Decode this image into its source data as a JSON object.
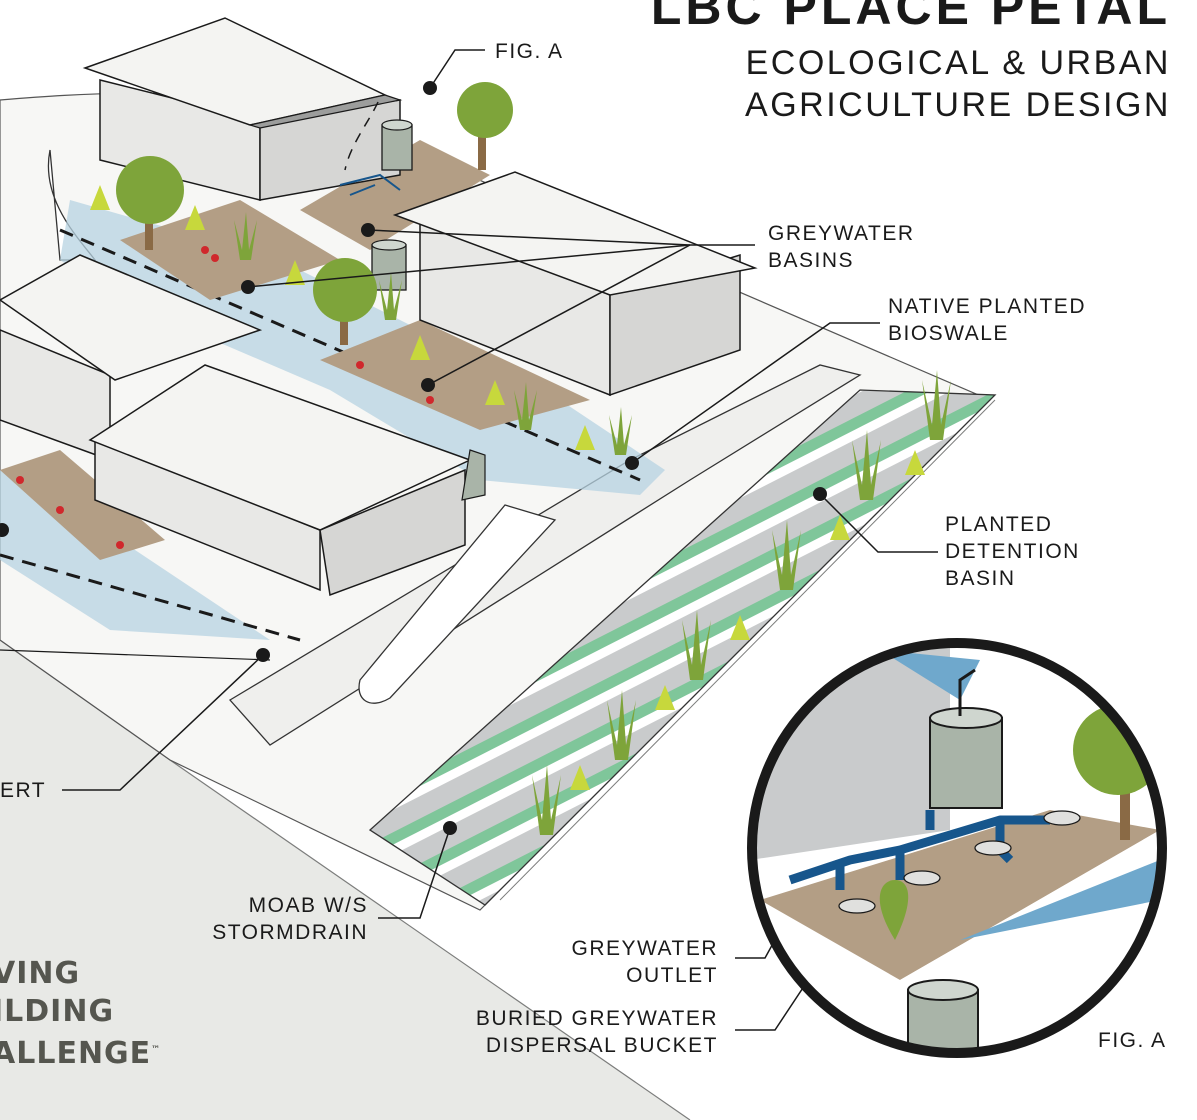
{
  "title": {
    "line1": "LBC PLACE PETAL",
    "line2": "ECOLOGICAL & URBAN",
    "line3": "AGRICULTURE DESIGN"
  },
  "callouts": {
    "fig_a_top": "FIG. A",
    "greywater_basins": [
      "GREYWATER",
      "BASINS"
    ],
    "native_planted_bioswale": [
      "NATIVE PLANTED",
      "BIOSWALE"
    ],
    "planted_detention_basin": [
      "PLANTED",
      "DETENTION",
      "BASIN"
    ],
    "curb_cut": "ERT",
    "moab_stormdrain": [
      "MOAB W/S",
      "STORMDRAIN"
    ],
    "greywater_outlet": [
      "GREYWATER",
      "OUTLET"
    ],
    "buried_bucket": [
      "BURIED GREYWATER",
      "DISPERSAL BUCKET"
    ],
    "fig_a_inset": "FIG. A"
  },
  "logo": {
    "line1": "VING",
    "line2": "ILDING",
    "line3": "ALLENGE",
    "trademark": "™"
  },
  "colors": {
    "ink": "#1a1a1a",
    "roof_light": "#f4f4f2",
    "roof_dark": "#9c9d9c",
    "wall": "#e8e8e6",
    "road": "#f2f2f0",
    "basin_gray": "#c9cbcc",
    "basin_green": "#7fc69a",
    "soil": "#b39e85",
    "leaf_green": "#7ea43a",
    "grass_yellow": "#c7d83c",
    "water_blue": "#b7d3e1",
    "pipe_blue": "#17568c",
    "tank": "#a9b4a8",
    "berry_red": "#d0282c",
    "logo_gray": "#55564f"
  }
}
